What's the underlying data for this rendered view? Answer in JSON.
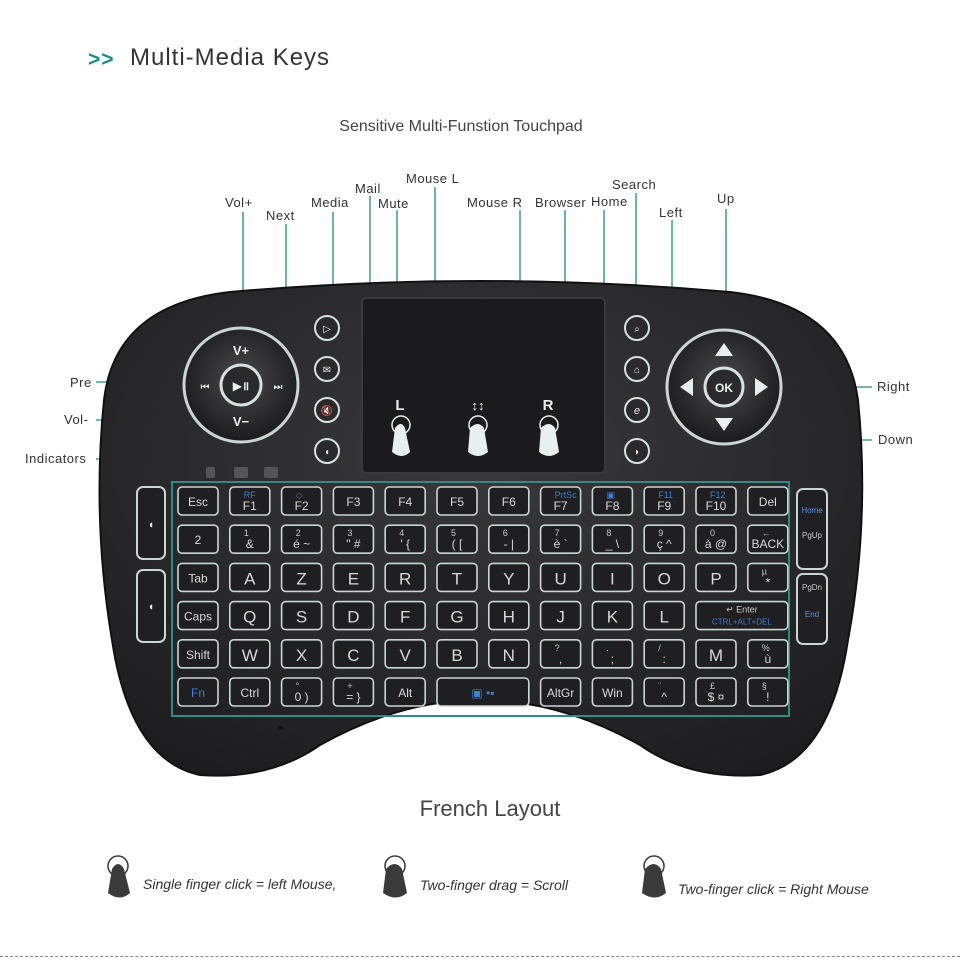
{
  "header": {
    "arrows": ">>",
    "title": "Multi-Media Keys"
  },
  "touchpad_title": "Sensitive Multi-Funstion Touchpad",
  "callouts": {
    "vol_plus": "Vol+",
    "next": "Next",
    "media": "Media",
    "mail": "Mail",
    "mute": "Mute",
    "mouse_l": "Mouse L",
    "mouse_r": "Mouse R",
    "browser": "Browser",
    "home": "Home",
    "search": "Search",
    "left": "Left",
    "up": "Up",
    "pre": "Pre",
    "vol_minus": "Vol-",
    "indicators": "Indicators",
    "right": "Right",
    "down": "Down"
  },
  "dpad": {
    "vol_up": "V+",
    "vol_down": "V−",
    "ok": "OK"
  },
  "touchpad": {
    "left": "L",
    "right": "R",
    "scroll": "↕↕"
  },
  "keyboard": {
    "rows": [
      [
        {
          "m": "Esc"
        },
        {
          "m": "F1",
          "a": "RF"
        },
        {
          "m": "F2",
          "a": "◇"
        },
        {
          "m": "F3"
        },
        {
          "m": "F4"
        },
        {
          "m": "F5"
        },
        {
          "m": "F6"
        },
        {
          "m": "F7",
          "a": "PrtSc"
        },
        {
          "m": "F8",
          "a": "▣"
        },
        {
          "m": "F9",
          "a": "F11"
        },
        {
          "m": "F10",
          "a": "F12"
        },
        {
          "m": "Del"
        }
      ],
      [
        {
          "m": "2"
        },
        {
          "m": "&",
          "a": "1"
        },
        {
          "m": "é ~",
          "a": "2"
        },
        {
          "m": "\" #",
          "a": "3"
        },
        {
          "m": "' {",
          "a": "4"
        },
        {
          "m": "( [",
          "a": "5"
        },
        {
          "m": "- |",
          "a": "6"
        },
        {
          "m": "è `",
          "a": "7"
        },
        {
          "m": "_ \\",
          "a": "8"
        },
        {
          "m": "ç ^",
          "a": "9"
        },
        {
          "m": "à @",
          "a": "0"
        },
        {
          "m": "BACK",
          "a": "←"
        }
      ],
      [
        {
          "m": "Tab"
        },
        {
          "m": "A"
        },
        {
          "m": "Z"
        },
        {
          "m": "E"
        },
        {
          "m": "R"
        },
        {
          "m": "T"
        },
        {
          "m": "Y"
        },
        {
          "m": "U"
        },
        {
          "m": "I"
        },
        {
          "m": "O"
        },
        {
          "m": "P"
        },
        {
          "m": "*",
          "a": "µ"
        }
      ],
      [
        {
          "m": "Caps"
        },
        {
          "m": "Q"
        },
        {
          "m": "S"
        },
        {
          "m": "D"
        },
        {
          "m": "F"
        },
        {
          "m": "G"
        },
        {
          "m": "H"
        },
        {
          "m": "J"
        },
        {
          "m": "K"
        },
        {
          "m": "L"
        },
        {
          "m": "CTRL+ALT+DEL",
          "a": "↵ Enter",
          "w": 2
        }
      ],
      [
        {
          "m": "Shift"
        },
        {
          "m": "W"
        },
        {
          "m": "X"
        },
        {
          "m": "C"
        },
        {
          "m": "V"
        },
        {
          "m": "B"
        },
        {
          "m": "N"
        },
        {
          "m": ",",
          "a": "?"
        },
        {
          "m": ";",
          "a": "."
        },
        {
          "m": ":",
          "a": "/"
        },
        {
          "m": "M"
        },
        {
          "m": "ù",
          "a": "%"
        }
      ],
      [
        {
          "m": "Fn",
          "blue": true
        },
        {
          "m": "Ctrl"
        },
        {
          "m": "0 )",
          "a": "°"
        },
        {
          "m": "= }",
          "a": "+"
        },
        {
          "m": "Alt"
        },
        {
          "m": "▣ •▪",
          "w": 2,
          "blue": true
        },
        {
          "m": "AltGr"
        },
        {
          "m": "Win"
        },
        {
          "m": "^",
          "a": "¨"
        },
        {
          "m": "$ ¤",
          "a": "£"
        },
        {
          "m": "!",
          "a": "§"
        }
      ]
    ],
    "side_keys": {
      "home": "Home",
      "pgup": "PgUp",
      "pgdn": "PgDn",
      "end": "End"
    }
  },
  "layout_title": "French Layout",
  "gestures": [
    {
      "text": "Single finger click = left Mouse,"
    },
    {
      "text": "Two-finger drag = Scroll"
    },
    {
      "text": "Two-finger click = Right Mouse"
    }
  ],
  "colors": {
    "accent": "#1f8a86",
    "keyboard_body": "#2b2b2d",
    "key_glow": "#c9d6d4",
    "blue_legend": "#3b7fd8",
    "teal_backlight": "#2e8c85"
  }
}
